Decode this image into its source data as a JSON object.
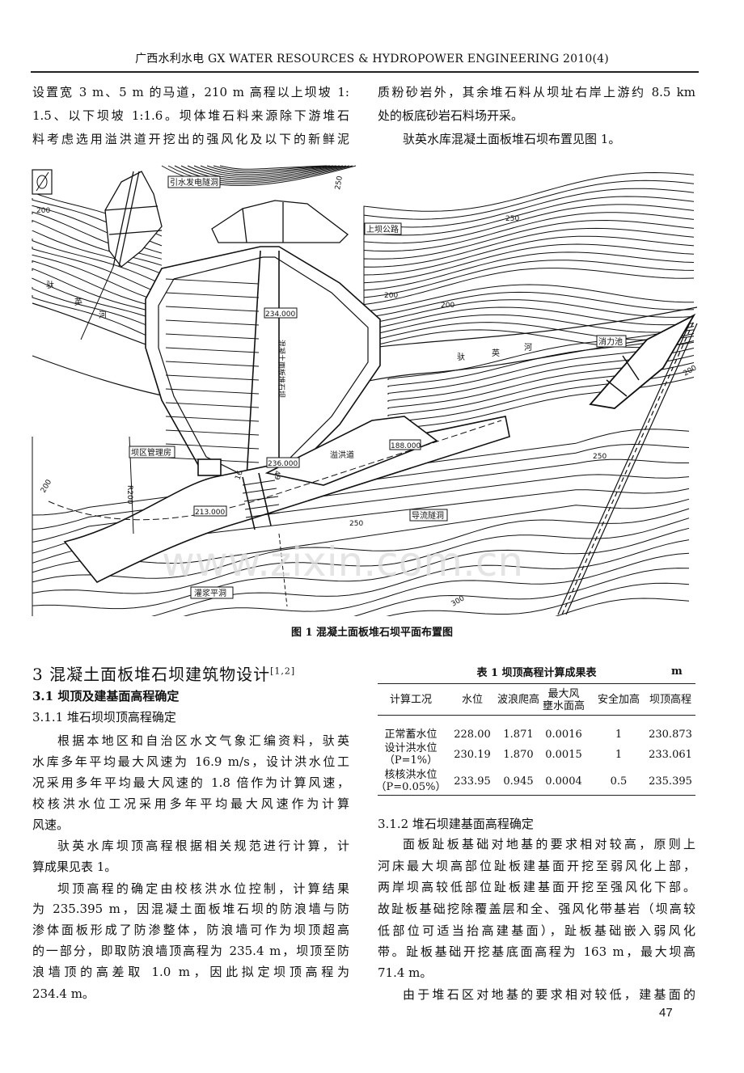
{
  "header": {
    "text": "广西水利水电   GX WATER RESOURCES & HYDROPOWER ENGINEERING   2010(4)"
  },
  "top_left": [
    "设置宽 3 m、5 m 的马道，210 m 高程以上坝坡 1:",
    "1.5、以下坝坡 1:1.6。坝体堆石料来源除下游堆石",
    "料考虑选用溢洪道开挖出的强风化及以下的新鲜泥"
  ],
  "top_right": [
    "质粉砂岩外，其余堆石料从坝址右岸上游约 8.5 km",
    "处的板底砂岩石料场开采。",
    "驮英水库混凝土面板堆石坝布置见图 1。"
  ],
  "figure": {
    "caption": "图 1   混凝土面板堆石坝平面布置图",
    "labels": {
      "tunnel_power": "引水发电隧洞",
      "road": "上坝公路",
      "river_1": "驮",
      "river_2": "英",
      "river_3": "河",
      "crest_elev": "234.000",
      "dam_name": "混凝土面板堆石坝",
      "stilling_basin": "消力池",
      "mgmt_house": "坝区管理房",
      "radius": "R200",
      "elev_236": "236.000",
      "elev_213": "213.000",
      "spillway": "溢洪道",
      "elev_188": "188.000",
      "diversion_tunnel": "导流隧洞",
      "grout_adit": "灌浆平洞",
      "dim_49": "49",
      "dim_16": "16",
      "contour_200": "200",
      "contour_250": "250",
      "contour_300": "300"
    },
    "watermark": "www.zixin.com.cn"
  },
  "left": {
    "section": "3   混凝土面板堆石坝建筑物设计",
    "section_ref": "[1,2]",
    "sub1": "3.1   坝顶及建基面高程确定",
    "sub11": "3.1.1   堆石坝坝顶高程确定",
    "p1": [
      "根据本地区和自治区水文气象汇编资料，驮英",
      "水库多年平均最大风速为 16.9 m/s，设计洪水位工",
      "况采用多年平均最大风速的 1.8 倍作为计算风速，",
      "校核洪水位工况采用多年平均最大风速作为计算",
      "风速。"
    ],
    "p2": [
      "驮英水库坝顶高程根据相关规范进行计算，计",
      "算成果见表 1。"
    ],
    "p3": [
      "坝顶高程的确定由校核洪水位控制，计算结果",
      "为 235.395 m，因混凝土面板堆石坝的防浪墙与防",
      "渗体面板形成了防渗整体，防浪墙可作为坝顶超高",
      "的一部分，即取防浪墙顶高程为 235.4 m，坝顶至防",
      "浪墙顶的高差取 1.0 m，因此拟定坝顶高程为",
      "234.4 m。"
    ]
  },
  "table": {
    "title": "表 1   坝顶高程计算成果表",
    "unit": "m",
    "headers": [
      "计算工况",
      "水位",
      "波浪爬高",
      "最大风\n壅水面高",
      "安全加高",
      "坝顶高程"
    ],
    "rows": [
      [
        "正常蓄水位",
        "228.00",
        "1.871",
        "0.0016",
        "1",
        "230.873"
      ],
      [
        "设计洪水位\n（P=1%）",
        "230.19",
        "1.870",
        "0.0015",
        "1",
        "233.061"
      ],
      [
        "核核洪水位\n（P=0.05%）",
        "233.95",
        "0.945",
        "0.0004",
        "0.5",
        "235.395"
      ]
    ]
  },
  "right": {
    "sub12": "3.1.2   堆石坝建基面高程确定",
    "p1": [
      "面板趾板基础对地基的要求相对较高，原则上",
      "河床最大坝高部位趾板建基面开挖至弱风化上部，",
      "两岸坝高较低部位趾板建基面开挖至强风化下部。",
      "故趾板基础挖除覆盖层和全、强风化带基岩（坝高较",
      "低部位可适当抬高建基面），趾板基础嵌入弱风化",
      "带。趾板基础开挖基底面高程为 163 m，最大坝高",
      "71.4 m。"
    ],
    "p2": [
      "由于堆石区对地基的要求相对较低，建基面的"
    ]
  },
  "page_number": "47"
}
